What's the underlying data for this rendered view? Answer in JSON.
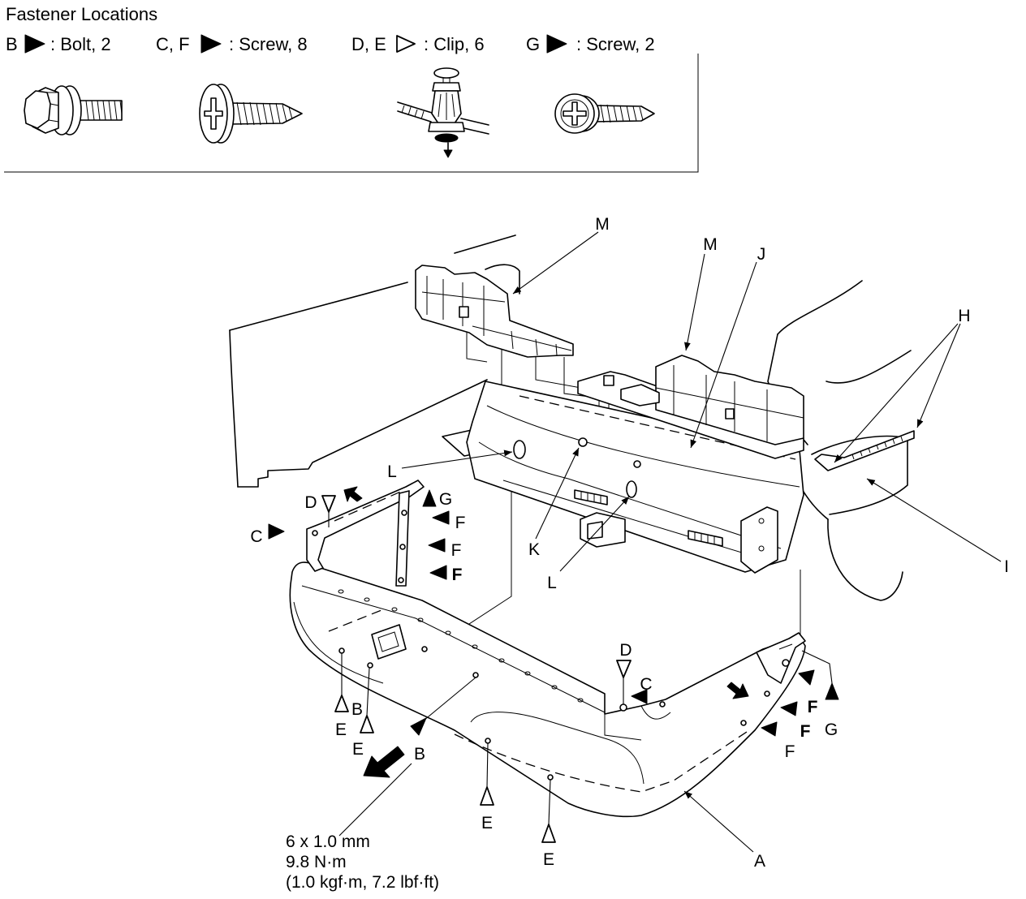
{
  "title": "Fastener Locations",
  "legend": [
    {
      "letters": "B",
      "description": ": Bolt, 2",
      "marker_icon": "filled-triangle-icon",
      "icon": "bolt-icon"
    },
    {
      "letters": "C, F",
      "description": ": Screw, 8",
      "marker_icon": "filled-triangle-icon",
      "icon": "screw-icon"
    },
    {
      "letters": "D, E",
      "description": ": Clip, 6",
      "marker_icon": "open-triangle-icon",
      "icon": "clip-icon"
    },
    {
      "letters": "G",
      "description": ": Screw, 2",
      "marker_icon": "filled-triangle-icon",
      "icon": "screw-icon"
    }
  ],
  "callouts": [
    "M",
    "M",
    "J",
    "H",
    "I",
    "L",
    "K",
    "L",
    "D",
    "G",
    "C",
    "F",
    "F",
    "F",
    "D",
    "C",
    "F",
    "F",
    "F",
    "G",
    "B",
    "E",
    "E",
    "B",
    "E",
    "E",
    "A"
  ],
  "torque_spec": {
    "thread": "6 x 1.0 mm",
    "torque": "9.8 N·m",
    "torque_alt": "(1.0 kgf·m, 7.2 lbf·ft)"
  }
}
